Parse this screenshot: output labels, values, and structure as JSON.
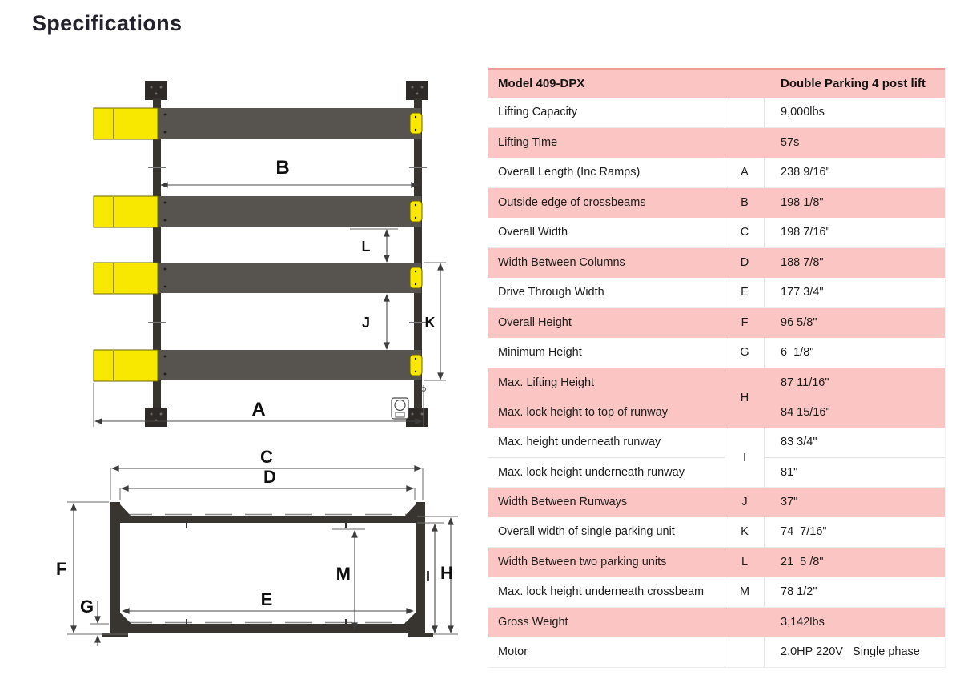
{
  "page": {
    "title": "Specifications"
  },
  "colors": {
    "row_pink": "#fbc5c3",
    "header_top_border": "#f19b97",
    "runway_gray": "#57534e",
    "post_dark": "#38342f",
    "ramp_yellow": "#f8e800",
    "divider_gray": "#e3e3e3"
  },
  "table": {
    "header": {
      "model": "Model 409-DPX",
      "type": "Double Parking 4 post lift"
    },
    "rows": [
      {
        "label": "Lifting Capacity",
        "letter": "",
        "value": "9,000lbs",
        "shade": "white"
      },
      {
        "label": "Lifting Time",
        "letter": "",
        "value": "57s",
        "shade": "pink"
      },
      {
        "label": "Overall Length (Inc Ramps)",
        "letter": "A",
        "value": "238 9/16\"",
        "shade": "white"
      },
      {
        "label": "Outside edge of crossbeams",
        "letter": "B",
        "value": "198 1/8\"",
        "shade": "pink"
      },
      {
        "label": "Overall Width",
        "letter": "C",
        "value": "198 7/16\"",
        "shade": "white"
      },
      {
        "label": "Width Between Columns",
        "letter": "D",
        "value": "188 7/8\"",
        "shade": "pink"
      },
      {
        "label": "Drive Through Width",
        "letter": "E",
        "value": "177 3/4\"",
        "shade": "white"
      },
      {
        "label": "Overall Height",
        "letter": "F",
        "value": "96 5/8\"",
        "shade": "pink"
      },
      {
        "label": "Minimum Height",
        "letter": "G",
        "value": "6  1/8\"",
        "shade": "white"
      },
      {
        "label": "Max. Lifting Height",
        "label2": "Max. lock height to top of runway",
        "letter": "H",
        "value": "87 11/16\"",
        "value2": "84 15/16\"",
        "shade": "pink"
      },
      {
        "label": "Max. height underneath runway",
        "label2": "Max. lock height underneath runway",
        "letter": "I",
        "value": "83 3/4\"",
        "value2": "81\"",
        "shade": "white"
      },
      {
        "label": "Width Between Runways",
        "letter": "J",
        "value": "37\"",
        "shade": "pink"
      },
      {
        "label": "Overall width of single parking unit",
        "letter": "K",
        "value": "74  7/16\"",
        "shade": "white"
      },
      {
        "label": "Width Between two parking units",
        "letter": "L",
        "value": "21  5 /8\"",
        "shade": "pink"
      },
      {
        "label": "Max. lock height underneath crossbeam",
        "letter": "M",
        "value": "78 1/2\"",
        "shade": "white"
      },
      {
        "label": "Gross Weight",
        "letter": "",
        "value": "3,142lbs",
        "shade": "pink"
      },
      {
        "label": "Motor",
        "letter": "",
        "value": "2.0HP 220V   Single phase",
        "shade": "white"
      }
    ]
  },
  "diagram_top": {
    "label_a": "A",
    "label_b": "B",
    "label_j": "J",
    "label_k": "K",
    "label_l": "L"
  },
  "diagram_front": {
    "label_c": "C",
    "label_d": "D",
    "label_e": "E",
    "label_f": "F",
    "label_g": "G",
    "label_h": "H",
    "label_i": "I",
    "label_m": "M"
  }
}
